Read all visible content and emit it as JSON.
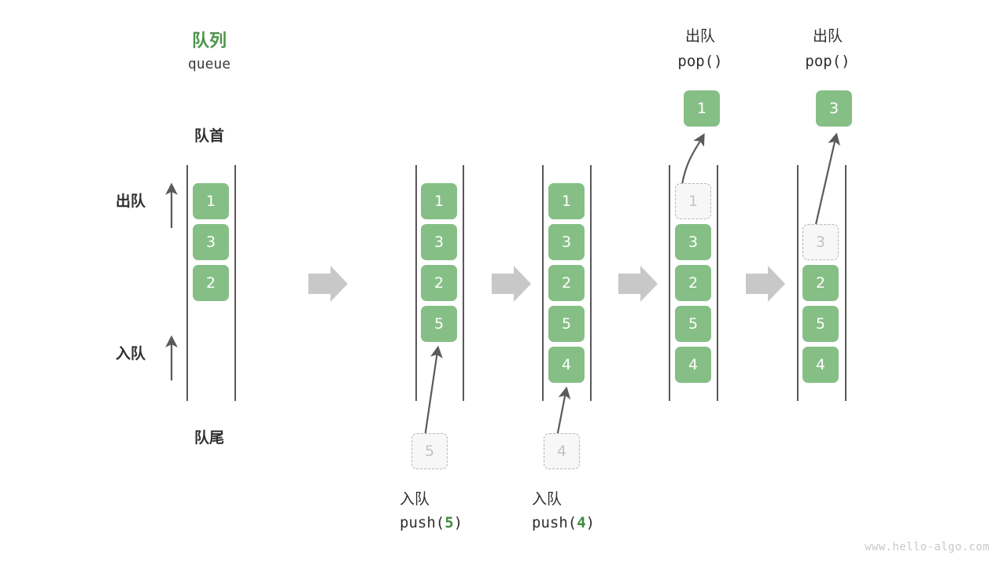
{
  "figure": {
    "title_cn": "队列",
    "title_en": "queue",
    "watermark": "www.hello-algo.com",
    "front_label": "队首",
    "rear_label": "队尾",
    "dequeue_label": "出队",
    "enqueue_label": "入队",
    "accent_green": "#4d9349",
    "box_green": "#86bf86",
    "ghost_gray": "#c2c2c2",
    "arrow_gray": "#c8c8c8",
    "rail_gray": "#575757"
  },
  "columns": [
    {
      "id": "initial",
      "caption_cn": "",
      "caption_code_prefix": "",
      "caption_code_num": "",
      "caption_code_suffix": "",
      "items": [
        "1",
        "3",
        "2"
      ],
      "ghost_index": -1,
      "incoming_value": "",
      "popped_value": ""
    },
    {
      "id": "push-5",
      "caption_cn": "入队",
      "caption_code_prefix": "push(",
      "caption_code_num": "5",
      "caption_code_suffix": ")",
      "items": [
        "1",
        "3",
        "2",
        "5"
      ],
      "ghost_index": -1,
      "incoming_value": "5",
      "popped_value": ""
    },
    {
      "id": "push-4",
      "caption_cn": "入队",
      "caption_code_prefix": "push(",
      "caption_code_num": "4",
      "caption_code_suffix": ")",
      "items": [
        "1",
        "3",
        "2",
        "5",
        "4"
      ],
      "ghost_index": -1,
      "incoming_value": "4",
      "popped_value": ""
    },
    {
      "id": "pop-1",
      "caption_cn": "出队",
      "caption_code_prefix": "pop(",
      "caption_code_num": "",
      "caption_code_suffix": ")",
      "items": [
        "1",
        "3",
        "2",
        "5",
        "4"
      ],
      "ghost_index": 0,
      "incoming_value": "",
      "popped_value": "1"
    },
    {
      "id": "pop-3",
      "caption_cn": "出队",
      "caption_code_prefix": "pop(",
      "caption_code_num": "",
      "caption_code_suffix": ")",
      "items": [
        "3",
        "2",
        "5",
        "4"
      ],
      "ghost_index": 0,
      "incoming_value": "",
      "popped_value": "3"
    }
  ],
  "flow_arrows": 4
}
